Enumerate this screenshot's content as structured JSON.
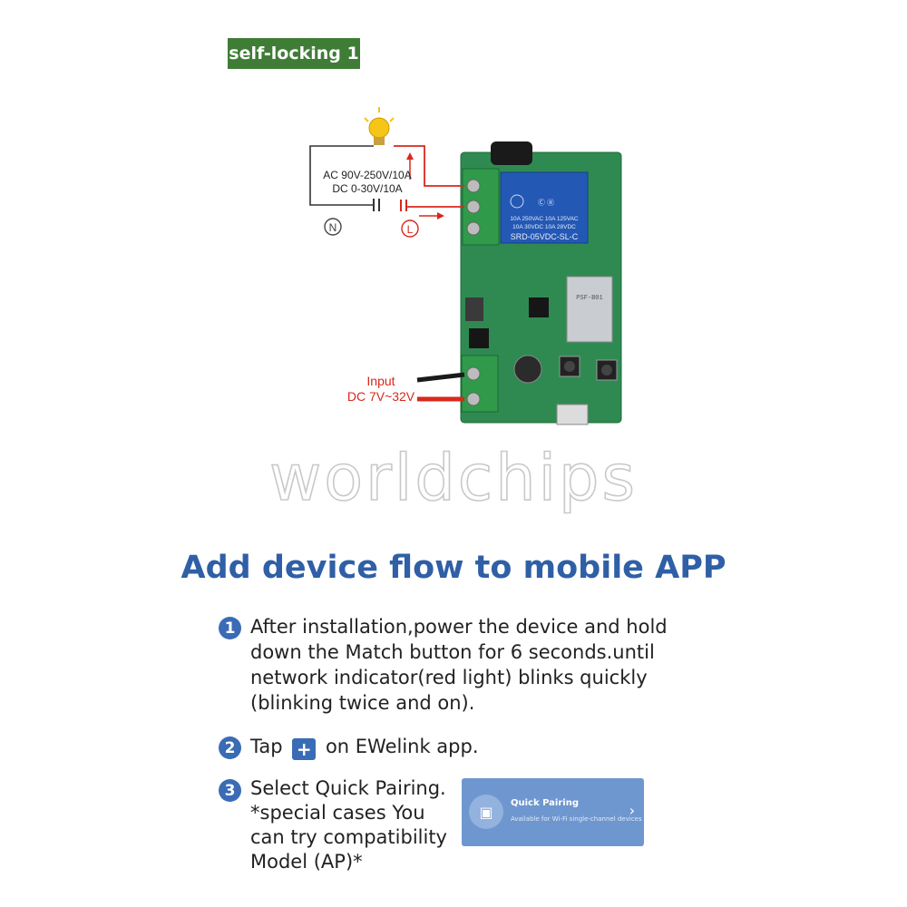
{
  "badge": {
    "label": "self-locking 1"
  },
  "diagram": {
    "rating_line1": "AC 90V-250V/10A",
    "rating_line2": "DC 0-30V/10A",
    "neutral_symbol": "N",
    "live_symbol": "L",
    "input_line1": "Input",
    "input_line2": "DC 7V~32V",
    "relay_line1": "10A 250VAC  10A 125VAC",
    "relay_line2": "10A 30VDC  10A 28VDC",
    "relay_model": "SRD-05VDC-SL-C",
    "wire_color_red": "#d8281c",
    "wire_color_dark": "#333333",
    "pcb_color": "#2f8a52"
  },
  "watermark": "worldchips",
  "title": "Add device flow to mobile APP",
  "steps": {
    "s1": {
      "num": "1",
      "lines": [
        "After installation,power the device and hold",
        "down the Match button for 6 seconds.until",
        "network indicator(red light) blinks quickly",
        "(blinking twice and on)."
      ]
    },
    "s2": {
      "num": "2",
      "before": "Tap",
      "icon": "plus-icon",
      "after": "on EWelink app."
    },
    "s3": {
      "num": "3",
      "lines": [
        "Select Quick Pairing.",
        "*special cases You",
        "can try compatibility",
        "Model (AP)*"
      ]
    }
  },
  "card": {
    "title": "Quick Pairing",
    "subtitle": "Available for Wi-Fi single-channel devices",
    "chevron": "›"
  },
  "colors": {
    "accent": "#2f5fa6",
    "badge": "#3f7d36",
    "step": "#3a6cb5"
  }
}
